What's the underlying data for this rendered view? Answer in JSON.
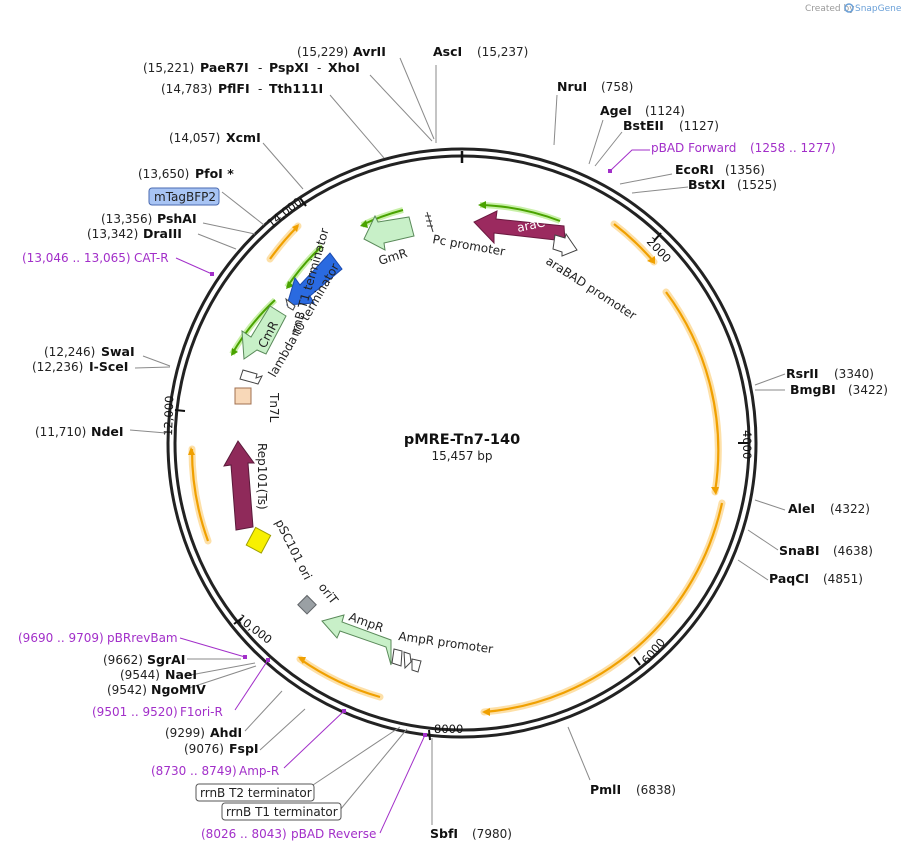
{
  "credit": {
    "prefix": "Created by",
    "brand": "SnapGene"
  },
  "plasmid": {
    "name": "pMRE-Tn7-140",
    "size": "15,457 bp"
  },
  "tick_labels": [
    "2000",
    "4000",
    "6000",
    "8000",
    "10,000",
    "12,000",
    "14,000"
  ],
  "enzymes": {
    "asci": {
      "pos": "(15,237)",
      "name": "AscI"
    },
    "avrii": {
      "pos": "(15,229)",
      "name": "AvrII"
    },
    "paer7i": {
      "pos": "(15,221)",
      "name": "PaeR7I",
      "sep1": "-",
      "name2": "PspXI",
      "sep2": "-",
      "name3": "XhoI"
    },
    "pflfi": {
      "pos": "(14,783)",
      "name": "PflFI",
      "sep1": "-",
      "name2": "Tth111I"
    },
    "xcmi": {
      "pos": "(14,057)",
      "name": "XcmI"
    },
    "pfoi": {
      "pos": "(13,650)",
      "name": "PfoI *"
    },
    "pshai": {
      "pos": "(13,356)",
      "name": "PshAI"
    },
    "draiii": {
      "pos": "(13,342)",
      "name": "DraIII"
    },
    "swai": {
      "pos": "(12,246)",
      "name": "SwaI"
    },
    "scei": {
      "pos": "(12,236)",
      "name": "I-SceI"
    },
    "ndei": {
      "pos": "(11,710)",
      "name": "NdeI"
    },
    "nrui": {
      "name": "NruI",
      "pos": "(758)"
    },
    "agei": {
      "name": "AgeI",
      "pos": "(1124)"
    },
    "bsteii": {
      "name": "BstEII",
      "pos": "(1127)"
    },
    "ecori": {
      "name": "EcoRI",
      "pos": "(1356)"
    },
    "bstxi": {
      "name": "BstXI",
      "pos": "(1525)"
    },
    "rsrii": {
      "name": "RsrII",
      "pos": "(3340)"
    },
    "bmgbi": {
      "name": "BmgBI",
      "pos": "(3422)"
    },
    "alei": {
      "name": "AleI",
      "pos": "(4322)"
    },
    "snabi": {
      "name": "SnaBI",
      "pos": "(4638)"
    },
    "paqci": {
      "name": "PaqCI",
      "pos": "(4851)"
    },
    "pmli": {
      "name": "PmlI",
      "pos": "(6838)"
    },
    "sbfi": {
      "name": "SbfI",
      "pos": "(7980)"
    },
    "sgrai": {
      "pos": "(9662)",
      "name": "SgrAI"
    },
    "naei": {
      "pos": "(9544)",
      "name": "NaeI"
    },
    "ngomiv": {
      "pos": "(9542)",
      "name": "NgoMIV"
    },
    "ahdi": {
      "pos": "(9299)",
      "name": "AhdI"
    },
    "fspi": {
      "pos": "(9076)",
      "name": "FspI"
    }
  },
  "primers": {
    "pbad_forward": {
      "name": "pBAD Forward",
      "range": "(1258 .. 1277)"
    },
    "cat_r": {
      "range": "(13,046 .. 13,065)",
      "name": "CAT-R"
    },
    "pbrrevbam": {
      "range": "(9690 .. 9709)",
      "name": "pBRrevBam"
    },
    "f1ori_r": {
      "range": "(9501 .. 9520)",
      "name": "F1ori-R"
    },
    "amp_r": {
      "range": "(8730 .. 8749)",
      "name": "Amp-R"
    },
    "pbad_reverse": {
      "range": "(8026 .. 8043)",
      "name": "pBAD Reverse"
    }
  },
  "boxed_features": {
    "mtagbfp2": "mTagBFP2",
    "rrnb_t2": "rrnB T2 terminator",
    "rrnb_t1": "rrnB T1 terminator"
  },
  "features": {
    "arac": "araC",
    "arabad_promoter": "araBAD promoter",
    "pc_promoter": "Pc promoter",
    "gmr": "GmR",
    "cmr": "CmR",
    "lambda_t0": "lambda t0 terminator",
    "rrnb_t1_inner": "rrnB T1 terminator",
    "tn7l": "Tn7L",
    "rep101": "Rep101(Ts)",
    "psc101_ori": "pSC101 ori",
    "orit": "oriT",
    "ampr": "AmpR",
    "ampr_promoter": "AmpR promoter"
  },
  "colors": {
    "backbone": "#222222",
    "orf_arrow": "#f0a000",
    "orf_glow": "#fde0a8",
    "green_arrow": "#4aa300",
    "arac": "#9b2a5f",
    "rep101": "#8f2a5a",
    "gmr": "#c8f0c8",
    "mtagbfp2_arrow": "#2a6ae0",
    "mtagbfp2_box": "#a8c4f4",
    "tn7l": "#f8d8b8",
    "psc101": "#f8f000",
    "orit": "#9aa0a4",
    "primer": "#a22fc9"
  }
}
